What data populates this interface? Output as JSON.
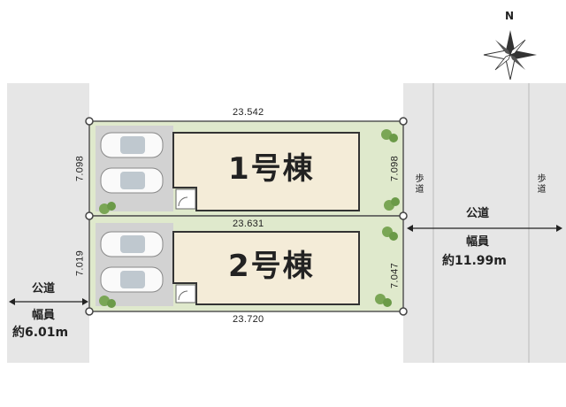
{
  "compass": {
    "north_label": "N"
  },
  "lots": [
    {
      "building_label": "1号棟",
      "top_edge": "23.542",
      "left_edge": "7.098",
      "right_edge": "7.098"
    },
    {
      "building_label": "2号棟",
      "top_edge": "23.631",
      "left_edge": "7.019",
      "right_edge": "7.047",
      "bottom_edge": "23.720"
    }
  ],
  "roads": {
    "west": {
      "name": "公道",
      "width_label": "幅員",
      "width_value": "約6.01m"
    },
    "east": {
      "name": "公道",
      "width_label": "幅員",
      "width_value": "約11.99m",
      "sidewalk_label": "歩道"
    }
  },
  "colors": {
    "road": "#e6e6e6",
    "lot": "#dfe9cc",
    "building": "#f4ecd8",
    "line": "#555555"
  }
}
